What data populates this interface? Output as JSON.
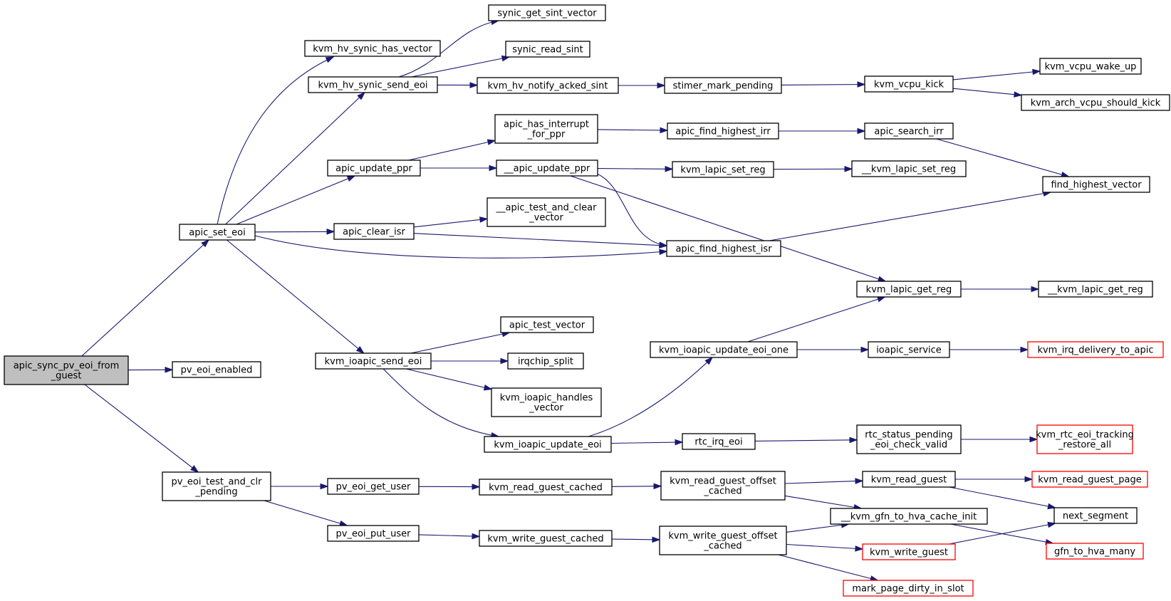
{
  "diagram": {
    "colors": {
      "edge": "#191970",
      "node_border": "#000000",
      "truncated_border": "#ff0000",
      "root_fill": "#bfbfbf",
      "node_fill": "#ffffff"
    },
    "nodes": [
      {
        "id": "root",
        "lines": [
          "apic_sync_pv_eoi_from",
          "_guest"
        ],
        "style": "root"
      },
      {
        "id": "apic_set_eoi",
        "lines": [
          "apic_set_eoi"
        ],
        "style": "normal"
      },
      {
        "id": "pv_eoi_enabled",
        "lines": [
          "pv_eoi_enabled"
        ],
        "style": "normal"
      },
      {
        "id": "pv_eoi_test_and_clr_pending",
        "lines": [
          "pv_eoi_test_and_clr",
          "_pending"
        ],
        "style": "normal"
      },
      {
        "id": "kvm_hv_synic_has_vector",
        "lines": [
          "kvm_hv_synic_has_vector"
        ],
        "style": "normal"
      },
      {
        "id": "kvm_hv_synic_send_eoi",
        "lines": [
          "kvm_hv_synic_send_eoi"
        ],
        "style": "normal"
      },
      {
        "id": "apic_update_ppr",
        "lines": [
          "apic_update_ppr"
        ],
        "style": "normal"
      },
      {
        "id": "apic_clear_isr",
        "lines": [
          "apic_clear_isr"
        ],
        "style": "normal"
      },
      {
        "id": "kvm_ioapic_send_eoi",
        "lines": [
          "kvm_ioapic_send_eoi"
        ],
        "style": "normal"
      },
      {
        "id": "pv_eoi_get_user",
        "lines": [
          "pv_eoi_get_user"
        ],
        "style": "normal"
      },
      {
        "id": "pv_eoi_put_user",
        "lines": [
          "pv_eoi_put_user"
        ],
        "style": "normal"
      },
      {
        "id": "synic_get_sint_vector",
        "lines": [
          "synic_get_sint_vector"
        ],
        "style": "normal"
      },
      {
        "id": "synic_read_sint",
        "lines": [
          "synic_read_sint"
        ],
        "style": "normal"
      },
      {
        "id": "kvm_hv_notify_acked_sint",
        "lines": [
          "kvm_hv_notify_acked_sint"
        ],
        "style": "normal"
      },
      {
        "id": "apic_has_interrupt_for_ppr",
        "lines": [
          "apic_has_interrupt",
          "_for_ppr"
        ],
        "style": "normal"
      },
      {
        "id": "__apic_update_ppr",
        "lines": [
          "__apic_update_ppr"
        ],
        "style": "normal"
      },
      {
        "id": "__apic_test_and_clear_vector",
        "lines": [
          "__apic_test_and_clear",
          "_vector"
        ],
        "style": "normal"
      },
      {
        "id": "apic_test_vector",
        "lines": [
          "apic_test_vector"
        ],
        "style": "normal"
      },
      {
        "id": "irqchip_split",
        "lines": [
          "irqchip_split"
        ],
        "style": "normal"
      },
      {
        "id": "kvm_ioapic_handles_vector",
        "lines": [
          "kvm_ioapic_handles",
          "_vector"
        ],
        "style": "normal"
      },
      {
        "id": "kvm_ioapic_update_eoi",
        "lines": [
          "kvm_ioapic_update_eoi"
        ],
        "style": "normal"
      },
      {
        "id": "kvm_read_guest_cached",
        "lines": [
          "kvm_read_guest_cached"
        ],
        "style": "normal"
      },
      {
        "id": "kvm_write_guest_cached",
        "lines": [
          "kvm_write_guest_cached"
        ],
        "style": "normal"
      },
      {
        "id": "stimer_mark_pending",
        "lines": [
          "stimer_mark_pending"
        ],
        "style": "normal"
      },
      {
        "id": "apic_find_highest_irr",
        "lines": [
          "apic_find_highest_irr"
        ],
        "style": "normal"
      },
      {
        "id": "kvm_lapic_set_reg",
        "lines": [
          "kvm_lapic_set_reg"
        ],
        "style": "normal"
      },
      {
        "id": "apic_find_highest_isr",
        "lines": [
          "apic_find_highest_isr"
        ],
        "style": "normal"
      },
      {
        "id": "kvm_ioapic_update_eoi_one",
        "lines": [
          "kvm_ioapic_update_eoi_one"
        ],
        "style": "normal"
      },
      {
        "id": "rtc_irq_eoi",
        "lines": [
          "rtc_irq_eoi"
        ],
        "style": "normal"
      },
      {
        "id": "kvm_read_guest_offset_cached",
        "lines": [
          "kvm_read_guest_offset",
          "_cached"
        ],
        "style": "normal"
      },
      {
        "id": "kvm_write_guest_offset_cached",
        "lines": [
          "kvm_write_guest_offset",
          "_cached"
        ],
        "style": "normal"
      },
      {
        "id": "kvm_vcpu_kick",
        "lines": [
          "kvm_vcpu_kick"
        ],
        "style": "normal"
      },
      {
        "id": "apic_search_irr",
        "lines": [
          "apic_search_irr"
        ],
        "style": "normal"
      },
      {
        "id": "__kvm_lapic_set_reg",
        "lines": [
          "__kvm_lapic_set_reg"
        ],
        "style": "normal"
      },
      {
        "id": "kvm_lapic_get_reg",
        "lines": [
          "kvm_lapic_get_reg"
        ],
        "style": "normal"
      },
      {
        "id": "ioapic_service",
        "lines": [
          "ioapic_service"
        ],
        "style": "normal"
      },
      {
        "id": "rtc_status_pending_eoi_check_valid",
        "lines": [
          "rtc_status_pending",
          "_eoi_check_valid"
        ],
        "style": "normal"
      },
      {
        "id": "kvm_read_guest",
        "lines": [
          "kvm_read_guest"
        ],
        "style": "normal"
      },
      {
        "id": "__kvm_gfn_to_hva_cache_init",
        "lines": [
          "__kvm_gfn_to_hva_cache_init"
        ],
        "style": "normal"
      },
      {
        "id": "kvm_write_guest",
        "lines": [
          "kvm_write_guest"
        ],
        "style": "truncated"
      },
      {
        "id": "mark_page_dirty_in_slot",
        "lines": [
          "mark_page_dirty_in_slot"
        ],
        "style": "truncated"
      },
      {
        "id": "kvm_vcpu_wake_up",
        "lines": [
          "kvm_vcpu_wake_up"
        ],
        "style": "normal"
      },
      {
        "id": "kvm_arch_vcpu_should_kick",
        "lines": [
          "kvm_arch_vcpu_should_kick"
        ],
        "style": "normal"
      },
      {
        "id": "find_highest_vector",
        "lines": [
          "find_highest_vector"
        ],
        "style": "normal"
      },
      {
        "id": "__kvm_lapic_get_reg",
        "lines": [
          "__kvm_lapic_get_reg"
        ],
        "style": "normal"
      },
      {
        "id": "kvm_irq_delivery_to_apic",
        "lines": [
          "kvm_irq_delivery_to_apic"
        ],
        "style": "truncated"
      },
      {
        "id": "kvm_rtc_eoi_tracking_restore_all",
        "lines": [
          "kvm_rtc_eoi_tracking",
          "_restore_all"
        ],
        "style": "truncated"
      },
      {
        "id": "kvm_read_guest_page",
        "lines": [
          "kvm_read_guest_page"
        ],
        "style": "truncated"
      },
      {
        "id": "next_segment",
        "lines": [
          "next_segment"
        ],
        "style": "normal"
      },
      {
        "id": "gfn_to_hva_many",
        "lines": [
          "gfn_to_hva_many"
        ],
        "style": "truncated"
      }
    ],
    "edges": [
      {
        "from": "root",
        "to": "apic_set_eoi"
      },
      {
        "from": "root",
        "to": "pv_eoi_enabled"
      },
      {
        "from": "root",
        "to": "pv_eoi_test_and_clr_pending"
      },
      {
        "from": "apic_set_eoi",
        "to": "kvm_hv_synic_has_vector"
      },
      {
        "from": "apic_set_eoi",
        "to": "kvm_hv_synic_send_eoi"
      },
      {
        "from": "apic_set_eoi",
        "to": "apic_update_ppr"
      },
      {
        "from": "apic_set_eoi",
        "to": "apic_clear_isr"
      },
      {
        "from": "apic_set_eoi",
        "to": "apic_find_highest_isr"
      },
      {
        "from": "apic_set_eoi",
        "to": "kvm_ioapic_send_eoi"
      },
      {
        "from": "kvm_hv_synic_send_eoi",
        "to": "synic_get_sint_vector"
      },
      {
        "from": "kvm_hv_synic_send_eoi",
        "to": "synic_read_sint"
      },
      {
        "from": "kvm_hv_synic_send_eoi",
        "to": "kvm_hv_notify_acked_sint"
      },
      {
        "from": "kvm_hv_notify_acked_sint",
        "to": "stimer_mark_pending"
      },
      {
        "from": "stimer_mark_pending",
        "to": "kvm_vcpu_kick"
      },
      {
        "from": "kvm_vcpu_kick",
        "to": "kvm_vcpu_wake_up"
      },
      {
        "from": "kvm_vcpu_kick",
        "to": "kvm_arch_vcpu_should_kick"
      },
      {
        "from": "apic_update_ppr",
        "to": "apic_has_interrupt_for_ppr"
      },
      {
        "from": "apic_update_ppr",
        "to": "__apic_update_ppr"
      },
      {
        "from": "apic_has_interrupt_for_ppr",
        "to": "apic_find_highest_irr"
      },
      {
        "from": "apic_find_highest_irr",
        "to": "apic_search_irr"
      },
      {
        "from": "apic_search_irr",
        "to": "find_highest_vector"
      },
      {
        "from": "__apic_update_ppr",
        "to": "kvm_lapic_set_reg"
      },
      {
        "from": "__apic_update_ppr",
        "to": "apic_find_highest_isr"
      },
      {
        "from": "__apic_update_ppr",
        "to": "kvm_lapic_get_reg"
      },
      {
        "from": "kvm_lapic_set_reg",
        "to": "__kvm_lapic_set_reg"
      },
      {
        "from": "apic_clear_isr",
        "to": "__apic_test_and_clear_vector"
      },
      {
        "from": "apic_clear_isr",
        "to": "apic_find_highest_isr"
      },
      {
        "from": "apic_find_highest_isr",
        "to": "find_highest_vector"
      },
      {
        "from": "kvm_lapic_get_reg",
        "to": "__kvm_lapic_get_reg"
      },
      {
        "from": "kvm_ioapic_send_eoi",
        "to": "apic_test_vector"
      },
      {
        "from": "kvm_ioapic_send_eoi",
        "to": "irqchip_split"
      },
      {
        "from": "kvm_ioapic_send_eoi",
        "to": "kvm_ioapic_handles_vector"
      },
      {
        "from": "kvm_ioapic_send_eoi",
        "to": "kvm_ioapic_update_eoi"
      },
      {
        "from": "kvm_ioapic_update_eoi",
        "to": "kvm_ioapic_update_eoi_one"
      },
      {
        "from": "kvm_ioapic_update_eoi",
        "to": "rtc_irq_eoi"
      },
      {
        "from": "kvm_ioapic_update_eoi_one",
        "to": "kvm_lapic_get_reg"
      },
      {
        "from": "kvm_ioapic_update_eoi_one",
        "to": "ioapic_service"
      },
      {
        "from": "ioapic_service",
        "to": "kvm_irq_delivery_to_apic"
      },
      {
        "from": "rtc_irq_eoi",
        "to": "rtc_status_pending_eoi_check_valid"
      },
      {
        "from": "rtc_status_pending_eoi_check_valid",
        "to": "kvm_rtc_eoi_tracking_restore_all"
      },
      {
        "from": "pv_eoi_test_and_clr_pending",
        "to": "pv_eoi_get_user"
      },
      {
        "from": "pv_eoi_test_and_clr_pending",
        "to": "pv_eoi_put_user"
      },
      {
        "from": "pv_eoi_get_user",
        "to": "kvm_read_guest_cached"
      },
      {
        "from": "pv_eoi_put_user",
        "to": "kvm_write_guest_cached"
      },
      {
        "from": "kvm_read_guest_cached",
        "to": "kvm_read_guest_offset_cached"
      },
      {
        "from": "kvm_write_guest_cached",
        "to": "kvm_write_guest_offset_cached"
      },
      {
        "from": "kvm_read_guest_offset_cached",
        "to": "kvm_read_guest"
      },
      {
        "from": "kvm_read_guest_offset_cached",
        "to": "__kvm_gfn_to_hva_cache_init"
      },
      {
        "from": "kvm_write_guest_offset_cached",
        "to": "__kvm_gfn_to_hva_cache_init"
      },
      {
        "from": "kvm_write_guest_offset_cached",
        "to": "kvm_write_guest"
      },
      {
        "from": "kvm_write_guest_offset_cached",
        "to": "mark_page_dirty_in_slot"
      },
      {
        "from": "kvm_read_guest",
        "to": "kvm_read_guest_page"
      },
      {
        "from": "kvm_read_guest",
        "to": "next_segment"
      },
      {
        "from": "__kvm_gfn_to_hva_cache_init",
        "to": "gfn_to_hva_many"
      },
      {
        "from": "kvm_write_guest",
        "to": "next_segment"
      }
    ]
  }
}
